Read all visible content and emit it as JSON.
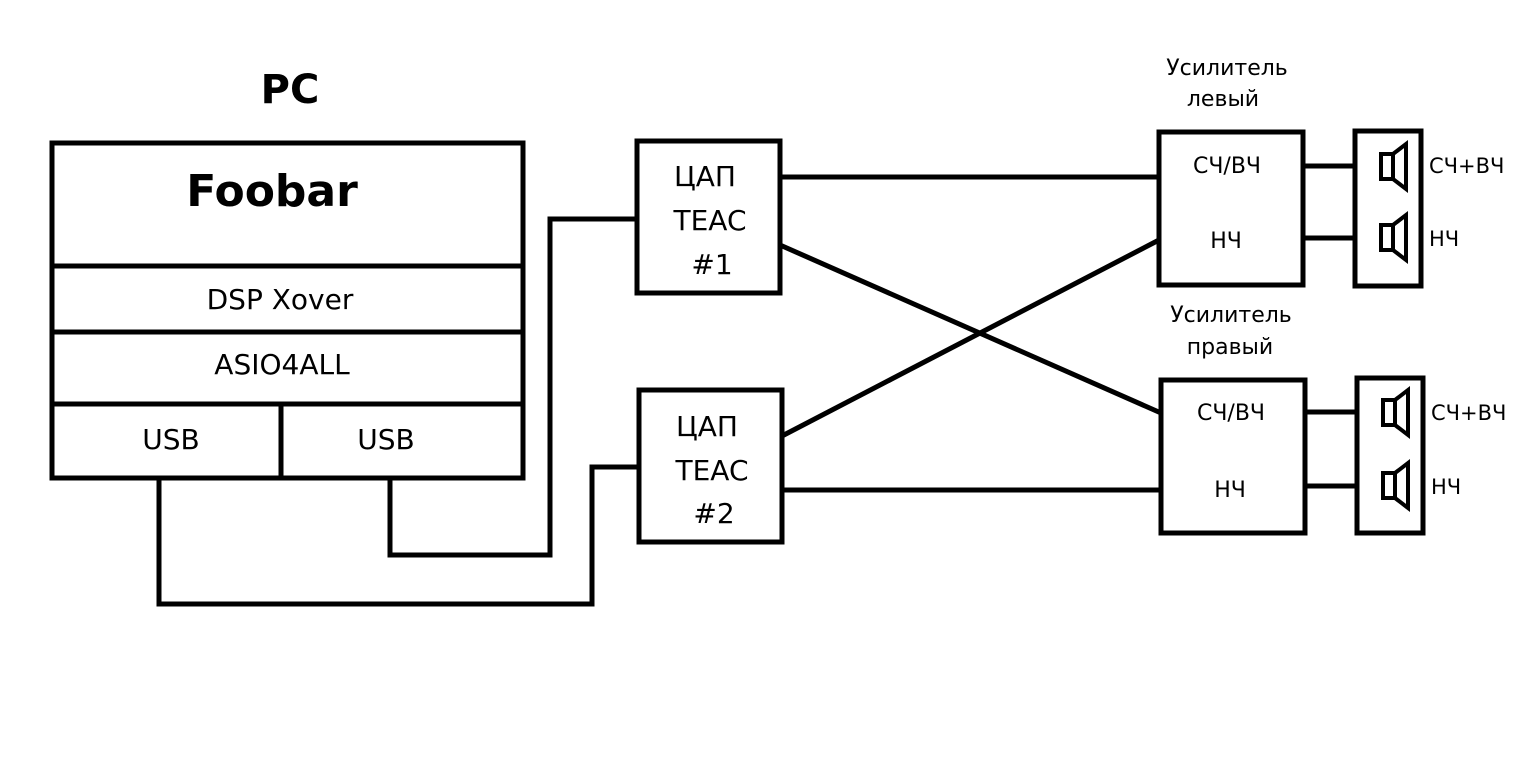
{
  "pc": {
    "title": "PC",
    "software": "Foobar",
    "dsp": "DSP Xover",
    "driver": "ASIO4ALL",
    "ports": [
      "USB",
      "USB"
    ]
  },
  "dacs": [
    {
      "line1": "ЦАП",
      "line2": "TEAC",
      "line3": "#1"
    },
    {
      "line1": "ЦАП",
      "line2": "TEAC",
      "line3": "#2"
    }
  ],
  "amps": [
    {
      "title1": "Усилитель",
      "title2": "левый",
      "ch_high": "СЧ/ВЧ",
      "ch_low": "НЧ"
    },
    {
      "title1": "Усилитель",
      "title2": "правый",
      "ch_high": "СЧ/ВЧ",
      "ch_low": "НЧ"
    }
  ],
  "speakers": [
    {
      "high_label": "СЧ+ВЧ",
      "low_label": "НЧ"
    },
    {
      "high_label": "СЧ+ВЧ",
      "low_label": "НЧ"
    }
  ]
}
